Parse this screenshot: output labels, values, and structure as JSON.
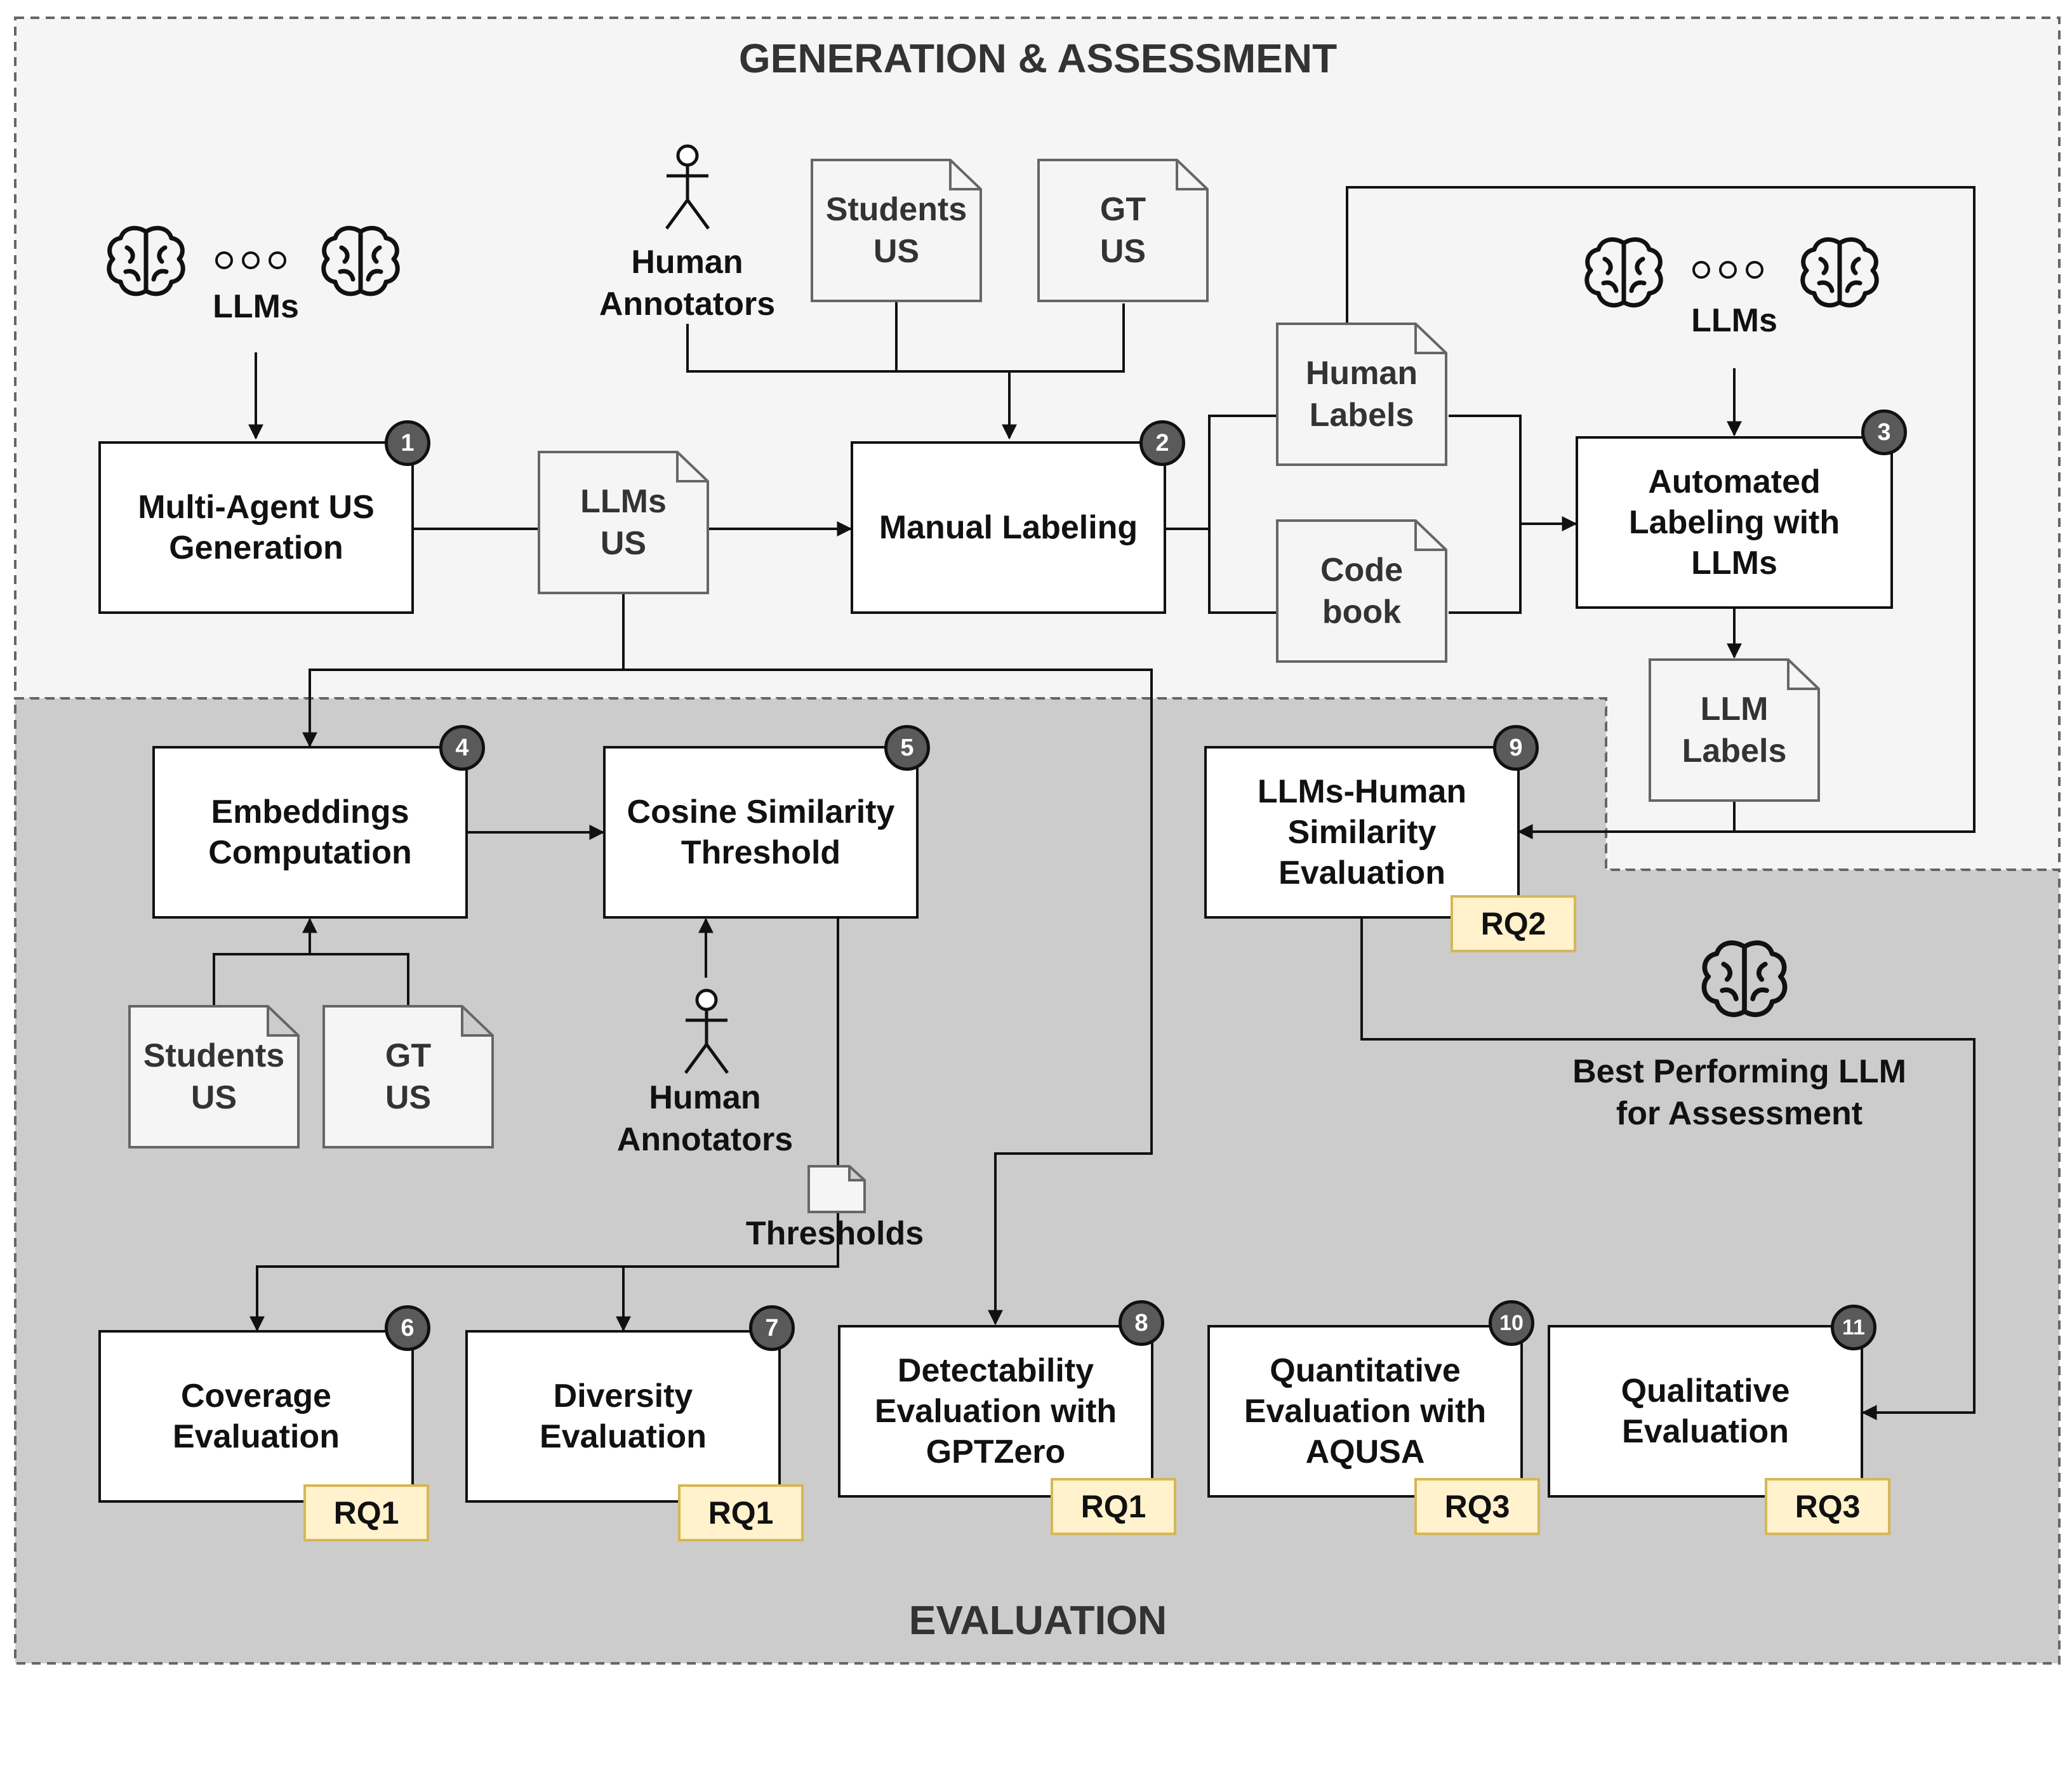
{
  "regions": {
    "generation_title": "GENERATION & ASSESSMENT",
    "evaluation_title": "EVALUATION"
  },
  "colors": {
    "generation_bg": "#f5f5f5",
    "evaluation_bg": "#cccccc",
    "doc_fill": "#f5f5f5",
    "doc_stroke": "#666666",
    "badge_fill": "#5a5a5a",
    "rq_fill": "#fff2cc",
    "rq_stroke": "#d6b656"
  },
  "inputs": {
    "llms_top_left": "LLMs",
    "llms_top_right": "LLMs",
    "human_annotators_top": "Human\nAnnotators",
    "human_annotators_mid": "Human\nAnnotators",
    "best_llm": "Best Performing LLM\nfor Assessment",
    "thresholds": "Thresholds"
  },
  "documents": {
    "students_us_top": "Students\nUS",
    "gt_us_top": "GT\nUS",
    "llms_us": "LLMs\nUS",
    "human_labels": "Human\nLabels",
    "code_book": "Code\nbook",
    "llm_labels": "LLM\nLabels",
    "students_us_bottom": "Students\nUS",
    "gt_us_bottom": "GT\nUS"
  },
  "steps": [
    {
      "num": "1",
      "label": "Multi-Agent US\nGeneration",
      "rq": ""
    },
    {
      "num": "2",
      "label": "Manual Labeling",
      "rq": ""
    },
    {
      "num": "3",
      "label": "Automated\nLabeling with\nLLMs",
      "rq": ""
    },
    {
      "num": "4",
      "label": "Embeddings\nComputation",
      "rq": ""
    },
    {
      "num": "5",
      "label": "Cosine Similarity\nThreshold",
      "rq": ""
    },
    {
      "num": "6",
      "label": "Coverage\nEvaluation",
      "rq": "RQ1"
    },
    {
      "num": "7",
      "label": "Diversity\nEvaluation",
      "rq": "RQ1"
    },
    {
      "num": "8",
      "label": "Detectability\nEvaluation with\nGPTZero",
      "rq": "RQ1"
    },
    {
      "num": "9",
      "label": "LLMs-Human\nSimilarity\nEvaluation",
      "rq": "RQ2"
    },
    {
      "num": "10",
      "label": "Quantitative\nEvaluation with\nAQUSA",
      "rq": "RQ3"
    },
    {
      "num": "11",
      "label": "Qualitative\nEvaluation",
      "rq": "RQ3"
    }
  ]
}
